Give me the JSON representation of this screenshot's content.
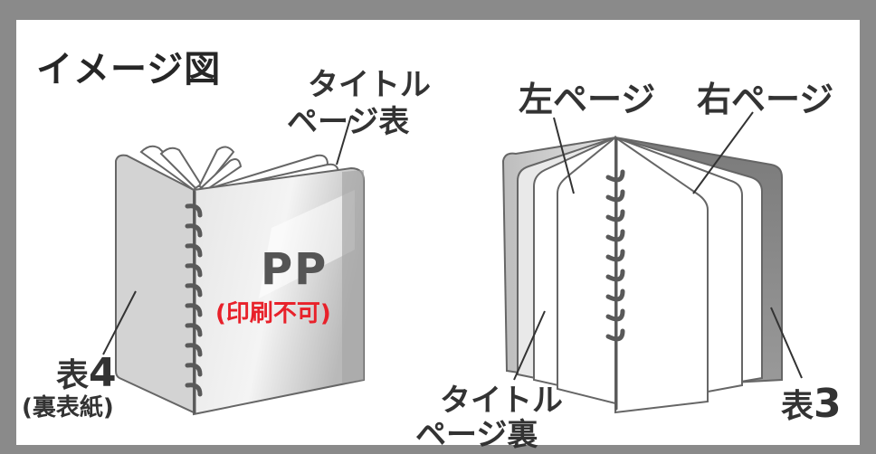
{
  "heading": "イメージ図",
  "labels": {
    "title_page_front_line1": "タイトル",
    "title_page_front_line2": "ページ表",
    "left_page": "左ページ",
    "right_page": "右ページ",
    "pp": "PP",
    "pp_note": "(印刷不可)",
    "cover4_text": "表",
    "cover4_num": "4",
    "cover4_sub": "(裏表紙)",
    "title_page_back_line1": "タイトル",
    "title_page_back_line2": "ページ裏",
    "cover3_text": "表",
    "cover3_num": "3"
  },
  "colors": {
    "frame": "#8a8a8a",
    "panel": "#ffffff",
    "cover_gray": "#d3d3d3",
    "dark_gray": "#8e8e8e",
    "spiral": "#595959",
    "outline": "#666666",
    "pp_note_red": "#e8212a"
  },
  "icons": [
    "spiral-binding-icon"
  ]
}
